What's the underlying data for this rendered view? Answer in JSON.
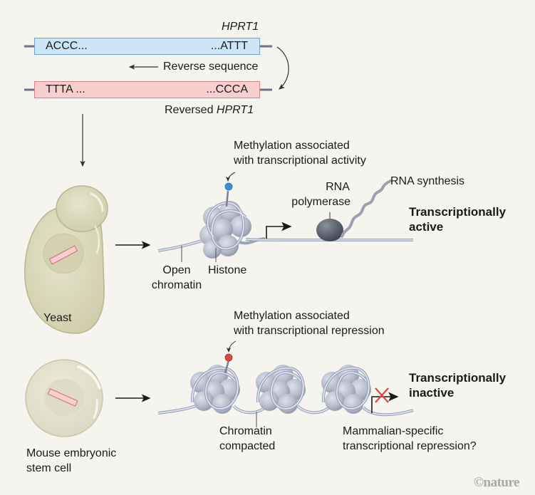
{
  "sequence_panel": {
    "original_gene_label": "HPRT1",
    "original_start": "ACCC...",
    "original_end": "...ATTT",
    "reverse_label": "Reverse sequence",
    "reversed_start": "TTTA ...",
    "reversed_end": "...CCCA",
    "reversed_gene_label_prefix": "Reversed ",
    "reversed_gene_label_gene": "HPRT1"
  },
  "yeast_panel": {
    "cell_label": "Yeast",
    "methylation_label_line1": "Methylation associated",
    "methylation_label_line2": "with transcriptional activity",
    "rna_polymerase_line1": "RNA",
    "rna_polymerase_line2": "polymerase",
    "rna_synthesis_label": "RNA synthesis",
    "open_chromatin_line1": "Open",
    "open_chromatin_line2": "chromatin",
    "histone_label": "Histone",
    "state_line1": "Transcriptionally",
    "state_line2": "active"
  },
  "mouse_panel": {
    "cell_label_line1": "Mouse embryonic",
    "cell_label_line2": "stem cell",
    "methylation_label_line1": "Methylation associated",
    "methylation_label_line2": "with transcriptional repression",
    "chromatin_line1": "Chromatin",
    "chromatin_line2": "compacted",
    "question_line1": "Mammalian-specific",
    "question_line2": "transcriptional repression?",
    "state_line1": "Transcriptionally",
    "state_line2": "inactive"
  },
  "colors": {
    "background": "#f5f4ee",
    "original_box_fill": "#cde6f7",
    "original_box_border": "#6fa2d2",
    "reversed_box_fill": "#f8cfcf",
    "reversed_box_border": "#d98080",
    "active_mark": "#3b8fd0",
    "repressive_mark": "#d84848",
    "block_cross": "#d94444"
  },
  "credit": "©nature"
}
